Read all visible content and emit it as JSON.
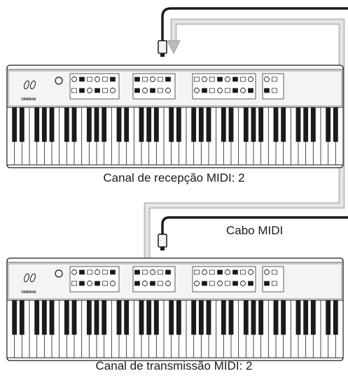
{
  "labels": {
    "receive_channel": "Canal de recepção MIDI: 2",
    "cable": "Cabo MIDI",
    "transmit_channel": "Canal de transmissão MIDI: 2"
  },
  "keyboards": [
    {
      "role": "receiver",
      "brand": "YAMAHA",
      "white_keys": 45
    },
    {
      "role": "transmitter",
      "brand": "YAMAHA",
      "white_keys": 45
    }
  ],
  "colors": {
    "line": "#1a1a1a",
    "cable_gray": "#c9c9c9",
    "panel": "#f4f4f4",
    "key_black": "#1b1b1b"
  }
}
